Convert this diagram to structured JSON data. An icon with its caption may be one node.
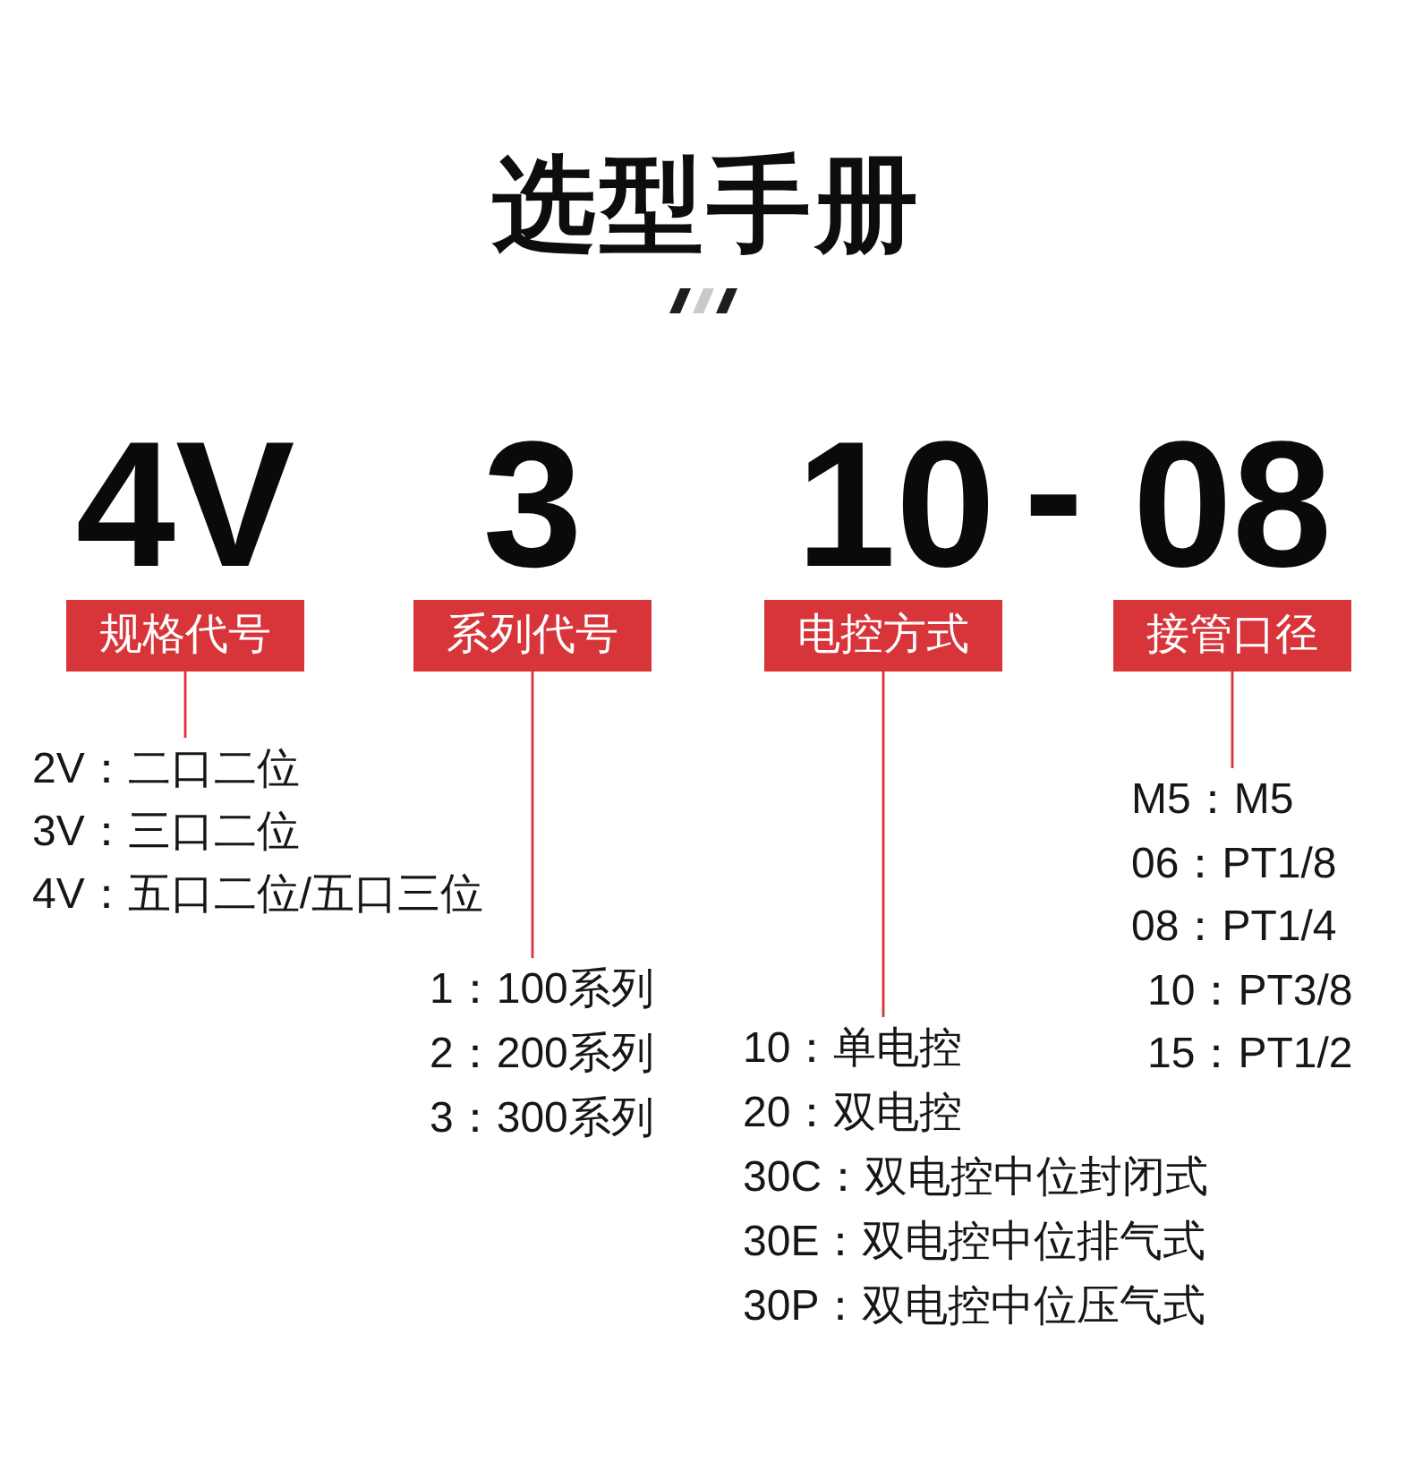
{
  "diagram": {
    "title": "选型手册",
    "nodes": [
      {
        "text": [
          "4V",
          "规格代号"
        ]
      },
      {
        "text": [
          "3",
          "系列代号"
        ]
      },
      {
        "text": [
          "10",
          "电控方式"
        ]
      },
      {
        "text": [
          "08",
          "接管口径"
        ]
      },
      {
        "text": [
          "2V：二口二位",
          "3V：三口二位",
          "4V：五口二位/五口三位"
        ]
      },
      {
        "text": [
          "1：100系列",
          "2：200系列",
          "3：300系列"
        ]
      },
      {
        "text": [
          "10：单电控",
          "20：双电控",
          "30C：双电控中位封闭式",
          "30E：双电控中位排气式",
          "30P：双电控中位压气式"
        ]
      },
      {
        "text": [
          "M5：M5",
          "06：PT1/8",
          "08：PT1/4",
          "10：PT3/8",
          "15：PT1/2"
        ]
      }
    ],
    "edges": [
      {
        "from": 0,
        "to": 4,
        "arrow": "none"
      },
      {
        "from": 1,
        "to": 5,
        "arrow": "none"
      },
      {
        "from": 2,
        "to": 6,
        "arrow": "none"
      },
      {
        "from": 3,
        "to": 7,
        "arrow": "none"
      }
    ],
    "labels": [
      "-"
    ]
  }
}
